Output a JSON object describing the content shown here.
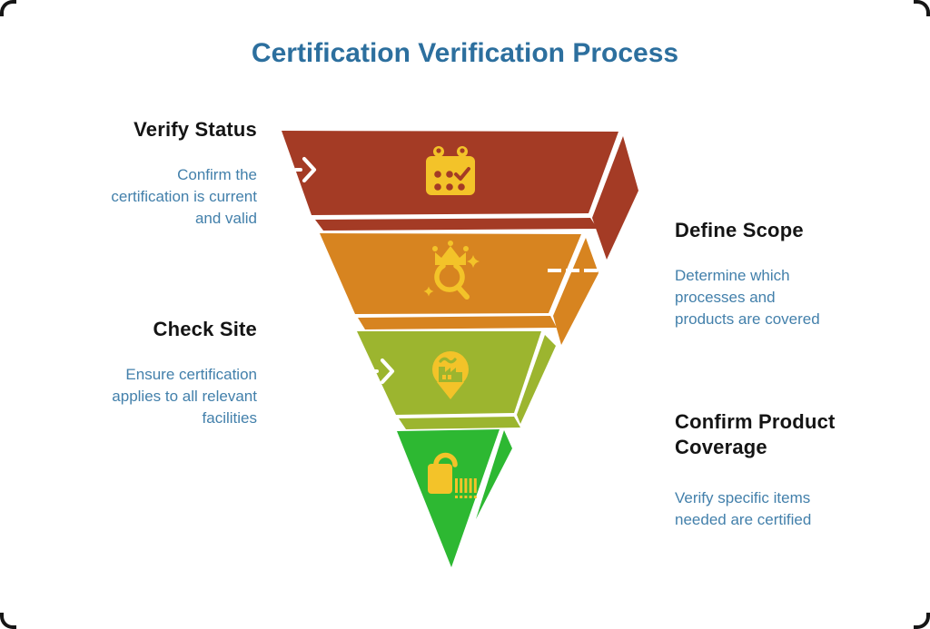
{
  "title": "Certification Verification Process",
  "colors": {
    "title": "#2C6F9E",
    "heading": "#141414",
    "body": "#4380AB",
    "icon": "#F3C329",
    "connector": "#FFFFFF"
  },
  "steps": [
    {
      "label": "Verify Status",
      "description": "Confirm the\ncertification is current\nand valid",
      "side": "left",
      "color": "#A43B25",
      "icon": "calendar-check-icon",
      "connector": "arrow"
    },
    {
      "label": "Define Scope",
      "description": "Determine which\nprocesses and\nproducts are covered",
      "side": "right",
      "color": "#D78420",
      "icon": "crown-magnifier-icon",
      "connector": "dashed-line"
    },
    {
      "label": "Check Site",
      "description": "Ensure certification\napplies to all relevant\nfacilities",
      "side": "left",
      "color": "#9CB52F",
      "icon": "factory-location-pin-icon",
      "connector": "arrow"
    },
    {
      "label": "Confirm Product\nCoverage",
      "description": "Verify specific items\nneeded are certified",
      "side": "right",
      "color": "#2DB832",
      "icon": "lock-barcode-icon",
      "connector": "none"
    }
  ]
}
